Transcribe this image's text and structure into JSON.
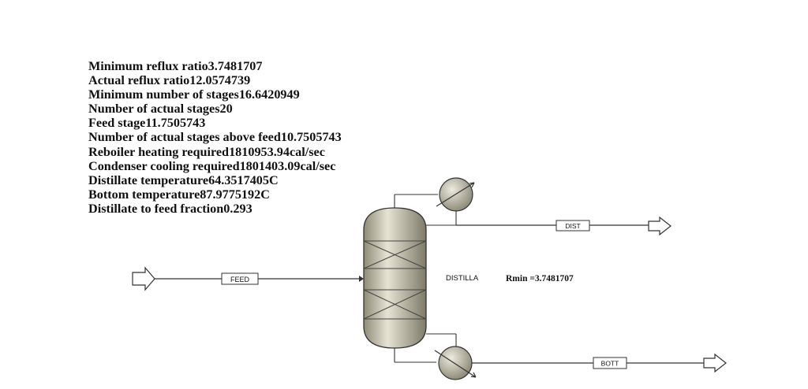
{
  "results": [
    {
      "label": "Minimum reflux ratio",
      "value": "3.7481707"
    },
    {
      "label": "Actual reflux ratio",
      "value": "12.0574739"
    },
    {
      "label": "Minimum number of stages",
      "value": "16.6420949"
    },
    {
      "label": "Number of actual stages",
      "value": "20"
    },
    {
      "label": "Feed stage",
      "value": "11.7505743"
    },
    {
      "label": "Number of actual stages above feed",
      "value": "10.7505743"
    },
    {
      "label": "Reboiler heating required",
      "value": "1810953.94cal/sec"
    },
    {
      "label": "Condenser cooling required",
      "value": "1801403.09cal/sec"
    },
    {
      "label": "Distillate temperature",
      "value": "64.3517405C"
    },
    {
      "label": "Bottom temperature",
      "value": "87.9775192C"
    },
    {
      "label": "Distillate to feed fraction",
      "value": "0.293"
    }
  ],
  "flowsheet": {
    "feed_stream": "FEED",
    "distillate_stream": "DIST",
    "bottoms_stream": "BOTT",
    "column_block": "DISTILLA",
    "rmin_annotation": "Rmin =3.7481707"
  },
  "colors": {
    "column_fill": "#c9c5b3",
    "exchanger_fill": "#c9c5b3",
    "line": "#333333"
  }
}
